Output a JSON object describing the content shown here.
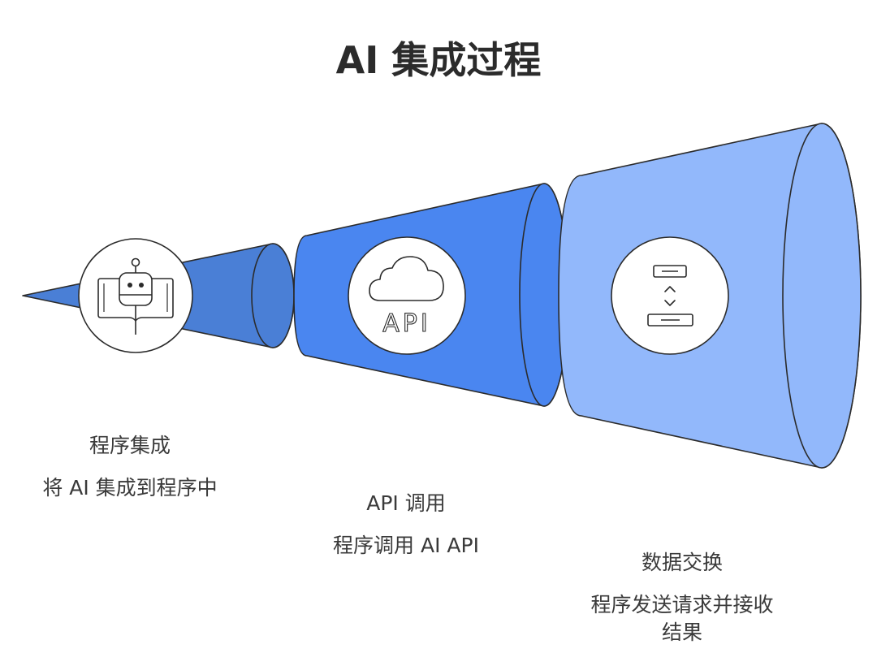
{
  "title": "AI 集成过程",
  "stages": [
    {
      "title": "程序集成",
      "description": "将 AI 集成到程序中",
      "icon": "robot-book-icon",
      "color": "#4a7fd6"
    },
    {
      "title": "API 调用",
      "description": "程序调用 AI API",
      "icon": "cloud-api-icon",
      "icon_text": "API",
      "color": "#4a86f0"
    },
    {
      "title": "数据交换",
      "description": "程序发送请求并接收结果",
      "icon": "data-exchange-icon",
      "color": "#92b8fb"
    }
  ],
  "colors": {
    "outline": "#2b2b2b",
    "stage1_fill": "#4a7fd6",
    "stage2_fill": "#4a86f0",
    "stage3_fill": "#92b8fb",
    "icon_circle": "#ffffff"
  }
}
